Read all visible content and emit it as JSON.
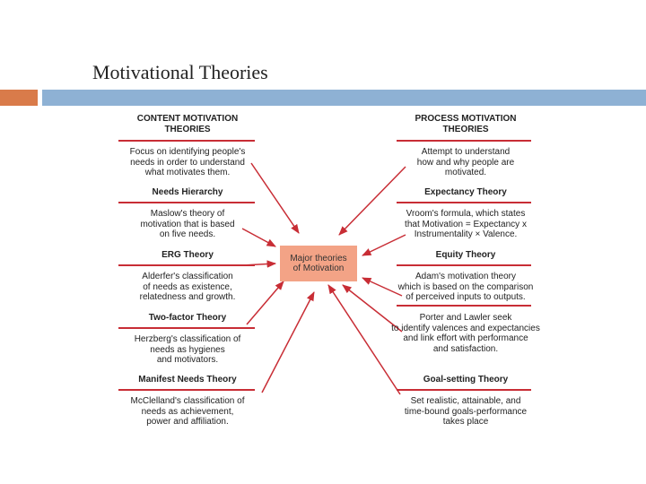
{
  "slide": {
    "title": "Motivational Theories"
  },
  "center": {
    "line1": "Major theories",
    "line2": "of Motivation"
  },
  "colors": {
    "accent_orange": "#d97b4a",
    "accent_blue": "#8eb1d4",
    "rule_red": "#c82d35",
    "center_fill": "#f3a386"
  },
  "left": {
    "heading": [
      "CONTENT MOTIVATION",
      "THEORIES"
    ],
    "intro": [
      "Focus on identifying people's",
      "needs in order to understand",
      "what motivates them."
    ],
    "theories": [
      {
        "name": "Needs Hierarchy",
        "desc": [
          "Maslow's theory of",
          "motivation that is based",
          "on five needs."
        ]
      },
      {
        "name": "ERG Theory",
        "desc": [
          "Alderfer's classification",
          "of needs as existence,",
          "relatedness and growth."
        ]
      },
      {
        "name": "Two-factor Theory",
        "desc": [
          "Herzberg's classification of",
          "needs as hygienes",
          "and motivators."
        ]
      },
      {
        "name": "Manifest Needs Theory",
        "desc": [
          "McClelland's classification of",
          "needs as achievement,",
          "power and affiliation."
        ]
      }
    ]
  },
  "right": {
    "heading": [
      "PROCESS MOTIVATION",
      "THEORIES"
    ],
    "intro": [
      "Attempt to understand",
      "how and why people are",
      "motivated."
    ],
    "theories": [
      {
        "name": "Expectancy Theory",
        "desc": [
          "Vroom's formula, which states",
          "that Motivation = Expectancy x",
          "Instrumentality × Valence."
        ]
      },
      {
        "name": "Equity Theory",
        "desc": [
          "Adam's motivation theory",
          "which is based on the comparison",
          "of perceived inputs to outputs."
        ]
      },
      {
        "name": "",
        "desc": [
          "Porter and Lawler seek",
          "to identify valences and expectancies",
          "and link effort with performance",
          "and satisfaction."
        ]
      },
      {
        "name": "Goal-setting Theory",
        "desc": [
          "Set realistic, attainable, and",
          "time-bound goals-performance",
          "takes place"
        ]
      }
    ]
  }
}
